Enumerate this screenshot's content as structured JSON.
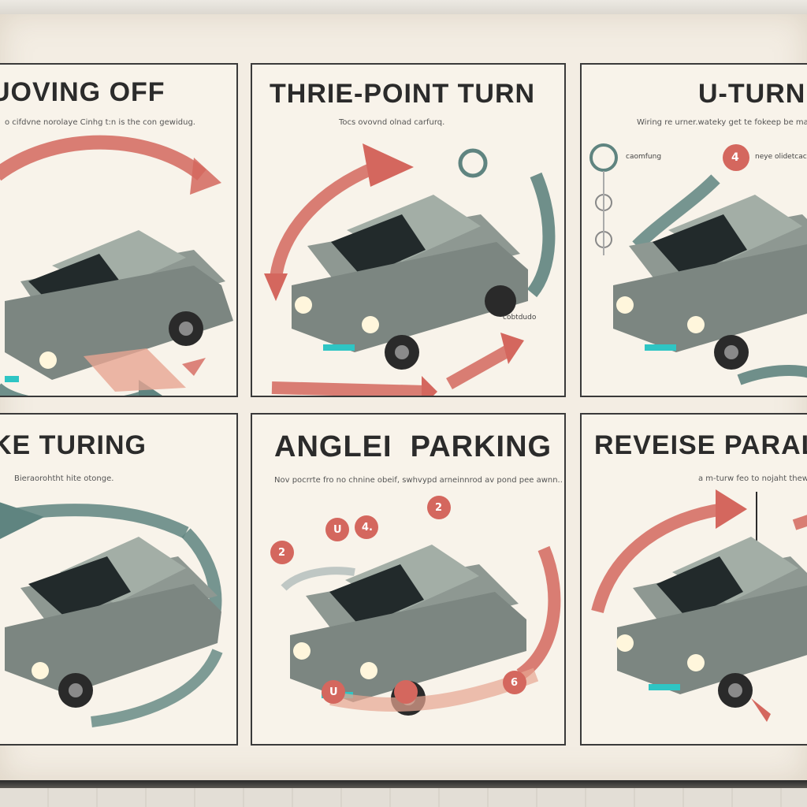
{
  "panels": [
    {
      "title": "UOVING OFF",
      "caption": "o cifdvne norolaye Cinhg t:n is the con gewidug."
    },
    {
      "title": "THRIE-POINT TURN",
      "caption": "Tocs ovovnd olnad carfurq.",
      "tag": "cobtdudo"
    },
    {
      "title": "U-TURN",
      "caption": "Wiring re urner.wateky get te fokeep be mafunn",
      "tags": [
        "caomfung",
        "neye olidetcaca"
      ],
      "badge": "4"
    },
    {
      "title": "KE TURING",
      "caption": "Bieraorohtht hite otonge."
    },
    {
      "title": "ANGLEI  PARKING",
      "caption": "Nov pocrrte fro no chnine obeif, swhvypd arneinnrod av pond pee awnn..",
      "badges": [
        "2",
        "U",
        "4.",
        "2",
        "U",
        "6"
      ]
    },
    {
      "title": "REVEISE PARAL",
      "caption": "a m-turw feo to nojaht thewnom"
    }
  ],
  "colors": {
    "board": "#f3ede3",
    "panel": "#f8f3ea",
    "arrow_red": "#d4675e",
    "arrow_teal": "#5f8480",
    "car_body": "#8e9892",
    "car_roof": "#a3aea6",
    "window": "#222a2b",
    "plate": "#2fc5c4",
    "headlight": "#fff6dc"
  }
}
